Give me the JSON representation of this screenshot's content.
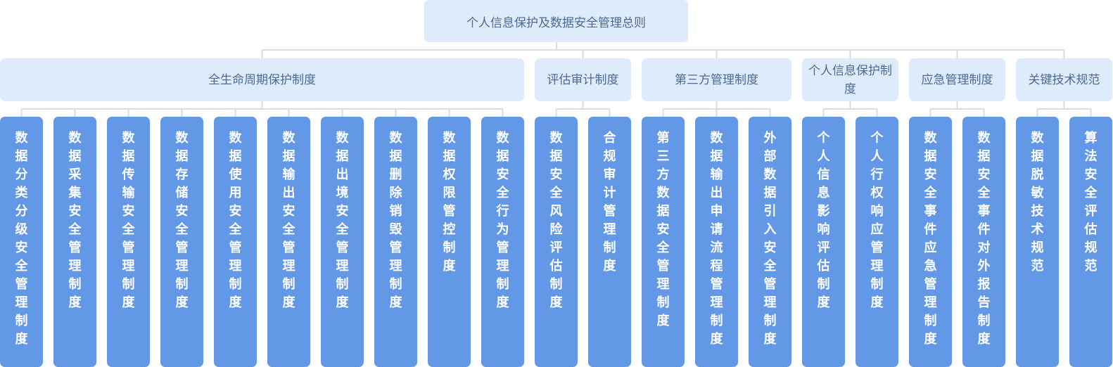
{
  "root": "个人信息保护及数据安全管理总则",
  "colors": {
    "connector": "#d6dde6",
    "category_bg": "#deebfb",
    "category_text": "#4d6a92",
    "leaf_bg": "#6298e6",
    "leaf_text": "#ffffff"
  },
  "categories": [
    {
      "label": "全生命周期保护制度",
      "items": [
        "数据分类分级安全管理制度",
        "数据采集安全管理制度",
        "数据传输安全管理制度",
        "数据存储安全管理制度",
        "数据使用安全管理制度",
        "数据输出安全管理制度",
        "数据出境安全管理制度",
        "数据删除销毁管理制度",
        "数据权限管控制度",
        "数据安全行为管理制度"
      ]
    },
    {
      "label": "评估审计制度",
      "items": [
        "数据安全风险评估制度",
        "合规审计管理制度"
      ]
    },
    {
      "label": "第三方管理制度",
      "items": [
        "第三方数据安全管理制度",
        "数据输出申请流程管理制度",
        "外部数据引入安全管理制度"
      ]
    },
    {
      "label": "个人信息保护制度",
      "items": [
        "个人信息影响评估制度",
        "个人行权响应管理制度"
      ]
    },
    {
      "label": "应急管理制度",
      "items": [
        "数据安全事件应急管理制度",
        "数据安全事件对外报告制度"
      ]
    },
    {
      "label": "关键技术规范",
      "items": [
        "数据脱敏技术规范",
        "算法安全评估规范"
      ]
    }
  ]
}
